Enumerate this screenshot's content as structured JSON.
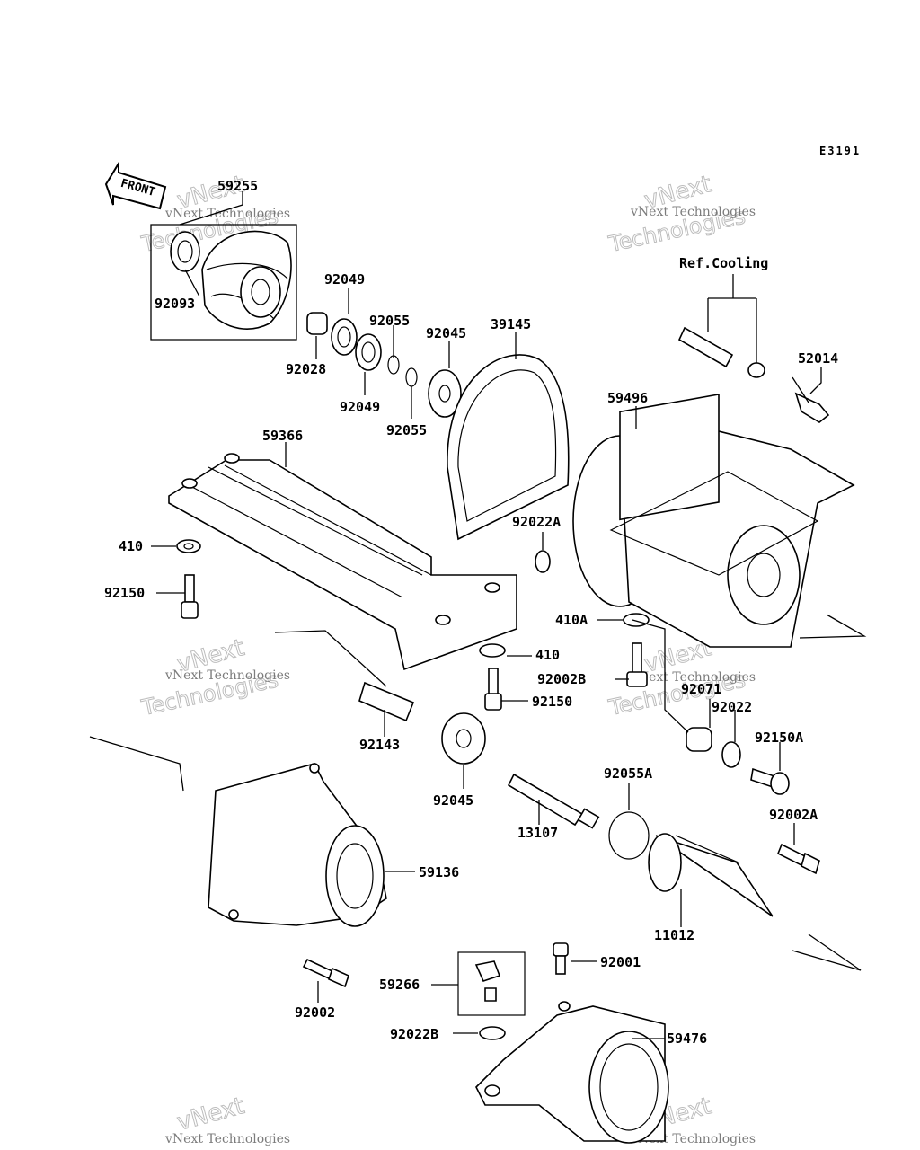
{
  "diagram": {
    "code": "E3191",
    "front_label": "FRONT",
    "ref_label": "Ref.Cooling",
    "watermark": {
      "line1": "vNext Technologies",
      "line2": "vNext",
      "line3": "Technologies"
    },
    "parts": [
      {
        "id": "59255"
      },
      {
        "id": "92093"
      },
      {
        "id": "92049"
      },
      {
        "id": "92055"
      },
      {
        "id": "92045"
      },
      {
        "id": "39145"
      },
      {
        "id": "92028"
      },
      {
        "id": "92049"
      },
      {
        "id": "92055"
      },
      {
        "id": "59366"
      },
      {
        "id": "59496"
      },
      {
        "id": "52014"
      },
      {
        "id": "410"
      },
      {
        "id": "92150"
      },
      {
        "id": "92022A"
      },
      {
        "id": "410A"
      },
      {
        "id": "410"
      },
      {
        "id": "92002B"
      },
      {
        "id": "92150"
      },
      {
        "id": "92143"
      },
      {
        "id": "92071"
      },
      {
        "id": "92022"
      },
      {
        "id": "92150A"
      },
      {
        "id": "92045"
      },
      {
        "id": "92055A"
      },
      {
        "id": "13107"
      },
      {
        "id": "92002A"
      },
      {
        "id": "59136"
      },
      {
        "id": "11012"
      },
      {
        "id": "92001"
      },
      {
        "id": "59266"
      },
      {
        "id": "92002"
      },
      {
        "id": "92022B"
      },
      {
        "id": "59476"
      }
    ]
  }
}
